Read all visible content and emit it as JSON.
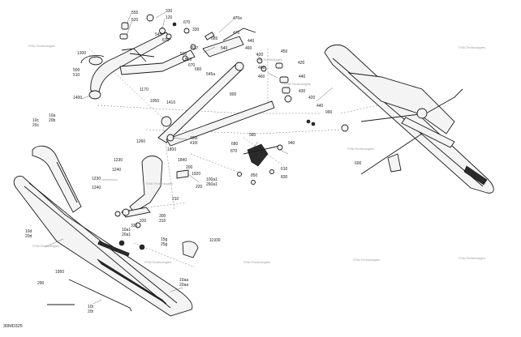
{
  "diagram_code": "30MD325",
  "watermark_text": "©Ski Technologies",
  "callouts": [
    {
      "id": "c555",
      "text": "555"
    },
    {
      "id": "c520a",
      "text": "520"
    },
    {
      "id": "c330",
      "text": "330"
    },
    {
      "id": "c120a",
      "text": "120"
    },
    {
      "id": "c470e",
      "text": "470e"
    },
    {
      "id": "c670a",
      "text": "670"
    },
    {
      "id": "c545",
      "text": "545"
    },
    {
      "id": "c330b",
      "text": "330"
    },
    {
      "id": "c685",
      "text": "685"
    },
    {
      "id": "c670b",
      "text": "670"
    },
    {
      "id": "c470",
      "text": "470"
    },
    {
      "id": "c537",
      "text": "537"
    },
    {
      "id": "c540",
      "text": "540"
    },
    {
      "id": "c530",
      "text": "530"
    },
    {
      "id": "c520b",
      "text": "520"
    },
    {
      "id": "c440a",
      "text": "440"
    },
    {
      "id": "c670c",
      "text": "670"
    },
    {
      "id": "c660",
      "text": "660"
    },
    {
      "id": "c545a",
      "text": "545a"
    },
    {
      "id": "c460a",
      "text": "460"
    },
    {
      "id": "c450",
      "text": "450"
    },
    {
      "id": "c420a",
      "text": "420"
    },
    {
      "id": "c460b",
      "text": "460"
    },
    {
      "id": "c420b",
      "text": "420"
    },
    {
      "id": "c460c",
      "text": "460"
    },
    {
      "id": "c440b",
      "text": "440"
    },
    {
      "id": "c1300",
      "text": "1300"
    },
    {
      "id": "c500",
      "text": "500"
    },
    {
      "id": "c510",
      "text": "510"
    },
    {
      "id": "c1400",
      "text": "1400"
    },
    {
      "id": "c1170",
      "text": "1170"
    },
    {
      "id": "c1950a",
      "text": "1950"
    },
    {
      "id": "c1410",
      "text": "1410"
    },
    {
      "id": "c800",
      "text": "800"
    },
    {
      "id": "c430a",
      "text": "430"
    },
    {
      "id": "c420c",
      "text": "420"
    },
    {
      "id": "c440c",
      "text": "440"
    },
    {
      "id": "c990",
      "text": "990"
    },
    {
      "id": "c10a",
      "text": "10a"
    },
    {
      "id": "c20b",
      "text": "20b"
    },
    {
      "id": "c10c",
      "text": "10c"
    },
    {
      "id": "c20c",
      "text": "20c"
    },
    {
      "id": "c1260",
      "text": "1260"
    },
    {
      "id": "c1800",
      "text": "1800"
    },
    {
      "id": "c4001",
      "text": "400l"
    },
    {
      "id": "c4101",
      "text": "410l"
    },
    {
      "id": "c580",
      "text": "580"
    },
    {
      "id": "c680",
      "text": "680"
    },
    {
      "id": "c870",
      "text": "870"
    },
    {
      "id": "c940",
      "text": "940"
    },
    {
      "id": "c1230a",
      "text": "1230"
    },
    {
      "id": "c1240a",
      "text": "1240"
    },
    {
      "id": "c1840",
      "text": "1840"
    },
    {
      "id": "c610",
      "text": "610"
    },
    {
      "id": "c850",
      "text": "850"
    },
    {
      "id": "c830",
      "text": "830"
    },
    {
      "id": "c600",
      "text": "600"
    },
    {
      "id": "c1230b",
      "text": "1230"
    },
    {
      "id": "c1240b",
      "text": "1240"
    },
    {
      "id": "c200",
      "text": "200"
    },
    {
      "id": "c1920",
      "text": "1920"
    },
    {
      "id": "c100a1",
      "text": "100a1"
    },
    {
      "id": "c260a1",
      "text": "260a1"
    },
    {
      "id": "c220",
      "text": "220"
    },
    {
      "id": "c210",
      "text": "210"
    },
    {
      "id": "c300",
      "text": "300"
    },
    {
      "id": "c310",
      "text": "310"
    },
    {
      "id": "c320",
      "text": "320"
    },
    {
      "id": "c330c",
      "text": "330"
    },
    {
      "id": "c10a1",
      "text": "10a1"
    },
    {
      "id": "c20a1",
      "text": "20a1"
    },
    {
      "id": "c15g",
      "text": "15g"
    },
    {
      "id": "c25g",
      "text": "25g"
    },
    {
      "id": "c11930",
      "text": "11930"
    },
    {
      "id": "c10d",
      "text": "10d"
    },
    {
      "id": "c20d",
      "text": "20d"
    },
    {
      "id": "c1950b",
      "text": "1950"
    },
    {
      "id": "c290",
      "text": "290"
    },
    {
      "id": "c10aa",
      "text": "10aa"
    },
    {
      "id": "c20aa",
      "text": "20aa"
    },
    {
      "id": "c10t",
      "text": "10t"
    },
    {
      "id": "c20t",
      "text": "20t"
    }
  ]
}
